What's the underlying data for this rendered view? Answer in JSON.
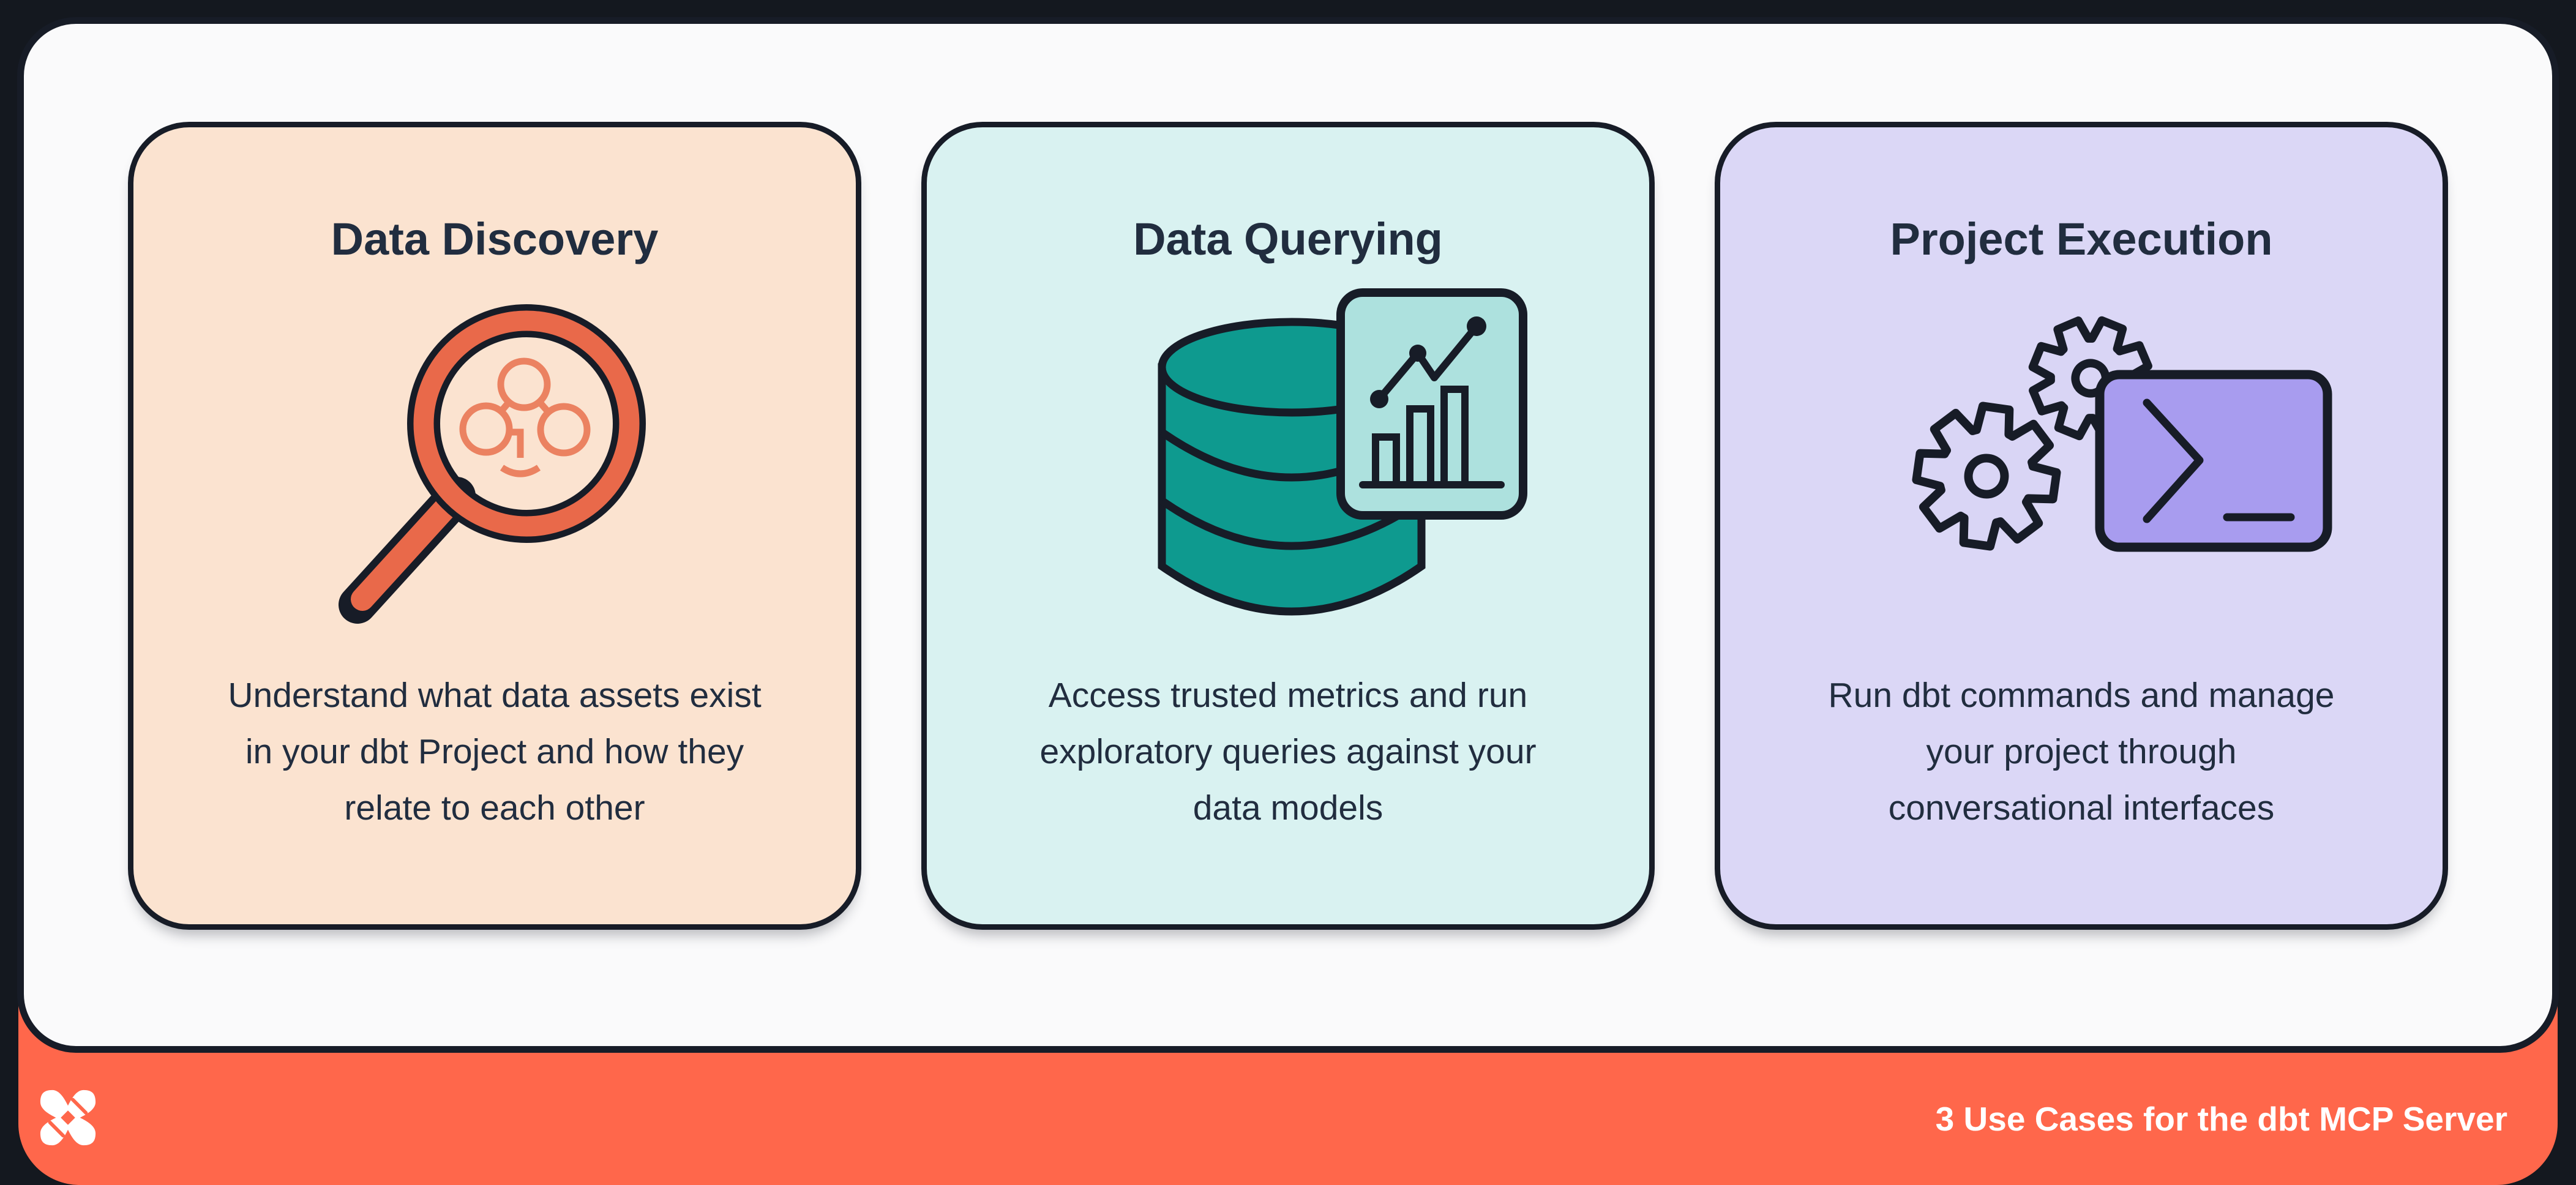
{
  "page": {
    "kind": "infographic",
    "theme": {
      "background": "#14181F",
      "panel": "#FAFAFB",
      "ink": "#171C27",
      "text": "#212D3F",
      "accent_orange": "#FF674B",
      "white": "#FFFFFF"
    }
  },
  "cards": [
    {
      "title": "Data Discovery",
      "bg": "#FBE3D0",
      "icon": "magnifier-lineage-icon",
      "icon_colors": {
        "ring": "#E9694A",
        "lineage": "#EB8261"
      },
      "description_lines": [
        "Understand what data assets exist",
        "in your dbt Project and how they",
        "relate to each other"
      ]
    },
    {
      "title": "Data Querying",
      "bg": "#D9F2F1",
      "icon": "database-chart-icon",
      "icon_colors": {
        "database": "#0E9A8F",
        "chart_panel": "#ADE1DE"
      },
      "description_lines": [
        "Access trusted metrics and run",
        "exploratory queries against your",
        "data models"
      ]
    },
    {
      "title": "Project Execution",
      "bg": "#DBD7F6",
      "icon": "gears-terminal-icon",
      "icon_colors": {
        "terminal": "#A89CEF",
        "gear": "#D9D5F5"
      },
      "description_lines": [
        "Run dbt commands and manage",
        "your project through",
        "conversational interfaces"
      ]
    }
  ],
  "footer": {
    "bg": "#FF674B",
    "logo": "dbt-logo",
    "caption": "3 Use Cases for the dbt MCP Server",
    "text_color": "#FFFFFF"
  }
}
